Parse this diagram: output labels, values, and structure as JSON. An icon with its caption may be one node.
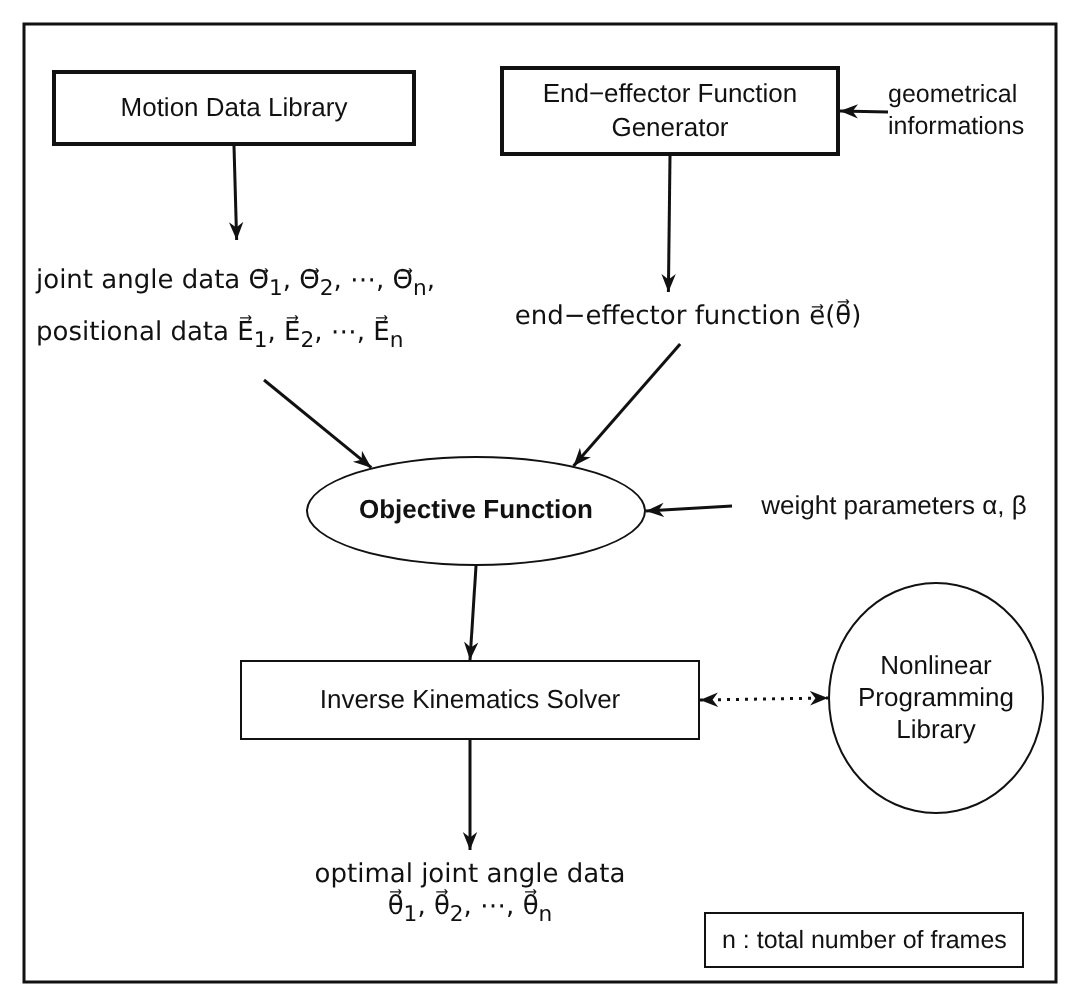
{
  "diagram": {
    "nodes": [
      {
        "text": [
          "Motion Data Library"
        ]
      },
      {
        "text": [
          "End−effector Function Generator"
        ]
      },
      {
        "text": [
          "geometrical informations"
        ]
      },
      {
        "text": [
          "joint angle data Θ⃗$_{1}$, Θ⃗$_{2}$, ⋯, Θ⃗$_{n}$,",
          "positional data E⃗$_{1}$, E⃗$_{2}$, ⋯, E⃗$_{n}$"
        ]
      },
      {
        "text": [
          "end−effector function e⃗(θ⃗)"
        ]
      },
      {
        "text": [
          "Objective Function"
        ]
      },
      {
        "text": [
          "weight parameters α, β"
        ]
      },
      {
        "text": [
          "Inverse Kinematics Solver"
        ]
      },
      {
        "text": [
          "Nonlinear Programming Library"
        ]
      },
      {
        "text": [
          "optimal joint angle data",
          "θ⃗$_{1}$, θ⃗$_{2}$, ⋯, θ⃗$_{n}$"
        ]
      }
    ],
    "edges": [
      {
        "from": 0,
        "to": 3,
        "arrow": "to"
      },
      {
        "from": 1,
        "to": 4,
        "arrow": "to"
      },
      {
        "from": 3,
        "to": 5,
        "arrow": "to"
      },
      {
        "from": 4,
        "to": 5,
        "arrow": "to"
      },
      {
        "from": 2,
        "to": 1,
        "arrow": "to"
      },
      {
        "from": 6,
        "to": 5,
        "arrow": "to"
      },
      {
        "from": 5,
        "to": 7,
        "arrow": "to"
      },
      {
        "from": 7,
        "to": 8,
        "arrow": "both",
        "style": "dashed"
      },
      {
        "from": 7,
        "to": 9,
        "arrow": "to"
      }
    ],
    "labels": [
      "n : total number of frames"
    ]
  }
}
